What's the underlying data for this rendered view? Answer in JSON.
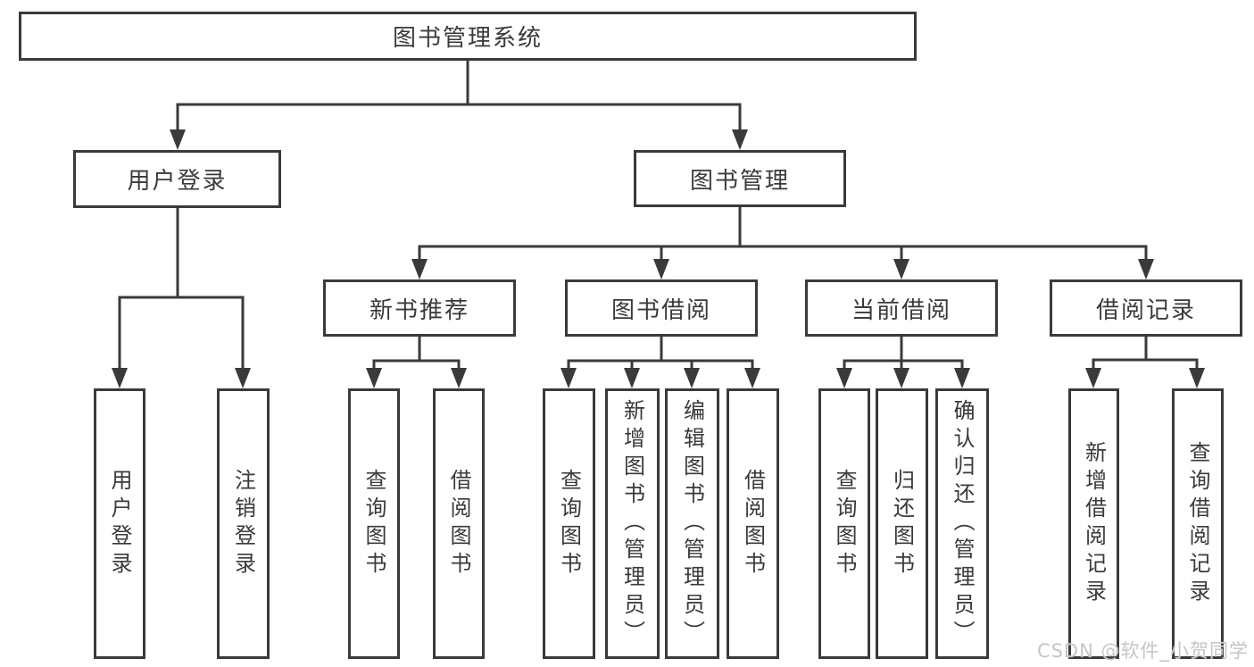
{
  "diagram": {
    "colors": {
      "line": "#3a3a3a",
      "text": "#3a3a3a",
      "background": "#ffffff",
      "watermark": "#c6c6c6"
    },
    "tree": {
      "label": "图书管理系统",
      "children": [
        {
          "label": "用户登录",
          "children": [
            {
              "label": "用户登录"
            },
            {
              "label": "注销登录"
            }
          ]
        },
        {
          "label": "图书管理",
          "children": [
            {
              "label": "新书推荐",
              "children": [
                {
                  "label": "查询图书"
                },
                {
                  "label": "借阅图书"
                }
              ]
            },
            {
              "label": "图书借阅",
              "children": [
                {
                  "label": "查询图书"
                },
                {
                  "label": "新增图书（管理员）"
                },
                {
                  "label": "编辑图书（管理员）"
                },
                {
                  "label": "借阅图书"
                }
              ]
            },
            {
              "label": "当前借阅",
              "children": [
                {
                  "label": "查询图书"
                },
                {
                  "label": "归还图书"
                },
                {
                  "label": "确认归还（管理员）"
                }
              ]
            },
            {
              "label": "借阅记录",
              "children": [
                {
                  "label": "新增借阅记录"
                },
                {
                  "label": "查询借阅记录"
                }
              ]
            }
          ]
        }
      ]
    },
    "watermark": {
      "text": "CSDN @软件_小贺同学"
    }
  }
}
